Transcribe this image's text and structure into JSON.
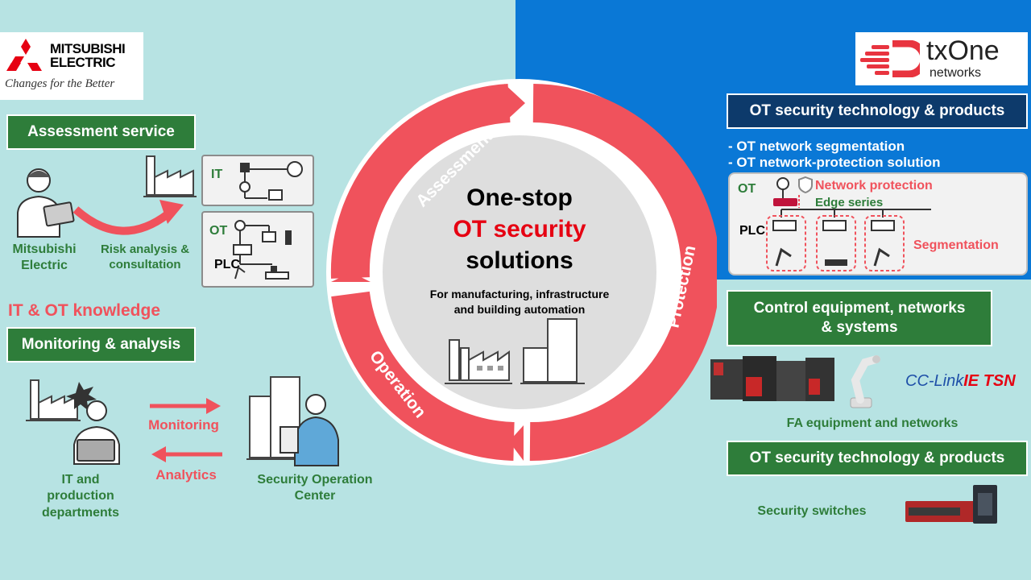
{
  "logos": {
    "mitsubishi_name_line1": "MITSUBISHI",
    "mitsubishi_name_line2": "ELECTRIC",
    "mitsubishi_tagline": "Changes for the Better",
    "txone_name": "txOne",
    "txone_sub": "networks"
  },
  "ring": {
    "center_line1": "One-stop",
    "center_line2": "OT security",
    "center_line3": "solutions",
    "center_sub_line1": "For manufacturing, infrastructure",
    "center_sub_line2": "and building automation",
    "segments": [
      "Assessment",
      "Protection",
      "Operation"
    ]
  },
  "left": {
    "assessment_title": "Assessment service",
    "person_line1": "Mitsubishi",
    "person_line2": "Electric",
    "risk_line1": "Risk analysis &",
    "risk_line2": "consultation",
    "it_label": "IT",
    "ot_label": "OT",
    "plc_label": "PLC",
    "knowledge": "IT & OT knowledge",
    "monitoring_title": "Monitoring & analysis",
    "monitoring_label": "Monitoring",
    "analytics_label": "Analytics",
    "it_dept_line1": "IT and",
    "it_dept_line2": "production",
    "it_dept_line3": "departments",
    "soc_line1": "Security Operation",
    "soc_line2": "Center"
  },
  "right": {
    "tech_title": "OT security technology & products",
    "bullet1": "-  OT network segmentation",
    "bullet2": "-  OT network-protection solution",
    "ot_label": "OT",
    "plc_label": "PLC",
    "netprot_line1": "Network protection",
    "netprot_line2": "Edge series",
    "segmentation": "Segmentation",
    "control_line1": "Control equipment, networks",
    "control_line2": "& systems",
    "cclink_a": "CC-Link",
    "cclink_b": "IE TSN",
    "fa_label": "FA equipment and networks",
    "tech_title2": "OT security technology & products",
    "switch_label": "Security switches"
  },
  "colors": {
    "background": "#b7e3e3",
    "blue_panel": "#0a78d6",
    "green": "#2e7d3a",
    "navy": "#0d3a6b",
    "red": "#f0525c",
    "brand_red": "#e60012"
  }
}
